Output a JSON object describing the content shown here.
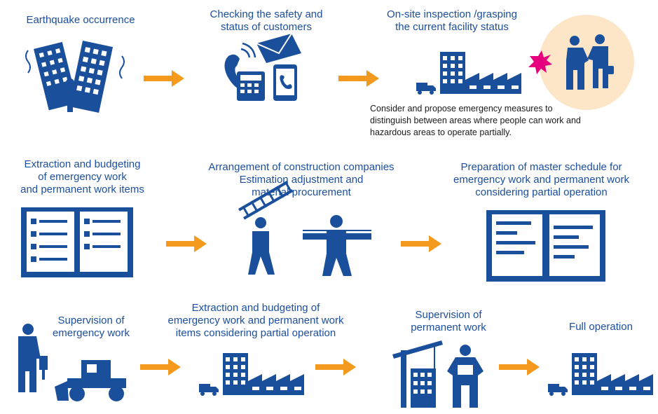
{
  "colors": {
    "primary_blue": "#1a4f9c",
    "arrow_orange": "#f39a1e",
    "highlight_peach": "#fde5c8",
    "burst_magenta": "#e6007e"
  },
  "steps": [
    {
      "id": "earthquake",
      "label": "Earthquake occurrence",
      "icon": "collapsing-buildings-icon"
    },
    {
      "id": "safety",
      "label": "Checking the safety and\nstatus of customers",
      "icon": "phone-mail-tablet-icon"
    },
    {
      "id": "inspection",
      "label": "On-site inspection /grasping\nthe current facility status",
      "icon": "factory-handshake-icon",
      "note": "Consider and propose emergency measures to\ndistinguish between areas where people can work and\nhazardous areas to operate partially."
    },
    {
      "id": "extraction1",
      "label": "Extraction and budgeting\nof emergency work\nand permanent work items",
      "icon": "checklist-book-icon"
    },
    {
      "id": "arrangement",
      "label": "Arrangement of construction companies\nEstimation adjustment and\nmaterial procurement",
      "icon": "workers-carrying-icon"
    },
    {
      "id": "master",
      "label": "Preparation of master schedule for\nemergency work and permanent work\nconsidering partial operation",
      "icon": "schedule-book-icon"
    },
    {
      "id": "supervision_emergency",
      "label": "Supervision of\nemergency work",
      "icon": "jackhammer-bulldozer-icon"
    },
    {
      "id": "extraction2",
      "label": "Extraction and budgeting of\nemergency work and  permanent work\nitems considering partial operation",
      "icon": "factory-icon"
    },
    {
      "id": "supervision_permanent",
      "label": "Supervision of\npermanent work",
      "icon": "crane-engineer-icon"
    },
    {
      "id": "full",
      "label": "Full operation",
      "icon": "factory-icon"
    }
  ]
}
